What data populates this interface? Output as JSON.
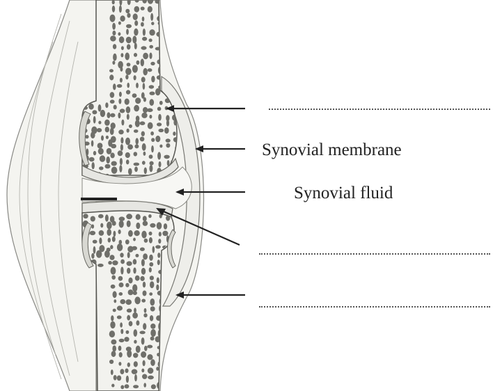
{
  "figure": {
    "title": "",
    "subject_icon": "synovial-joint-cross-section",
    "colors": {
      "ink": "#222222",
      "bone": "#f2f2ee",
      "spongy_bone": "#6f6f6a",
      "cartilage": "#e6e6e2",
      "capsule": "#eeeeea",
      "muscle": "#f4f4f0",
      "marrow": "#a8a8a2",
      "blank_line": "#555555"
    }
  },
  "labels": [
    {
      "id": "label-1",
      "text": ""
    },
    {
      "id": "label-2",
      "text": "Synovial membrane"
    },
    {
      "id": "label-3",
      "text": "Synovial fluid"
    },
    {
      "id": "label-4",
      "text": ""
    },
    {
      "id": "label-5",
      "text": ""
    }
  ]
}
